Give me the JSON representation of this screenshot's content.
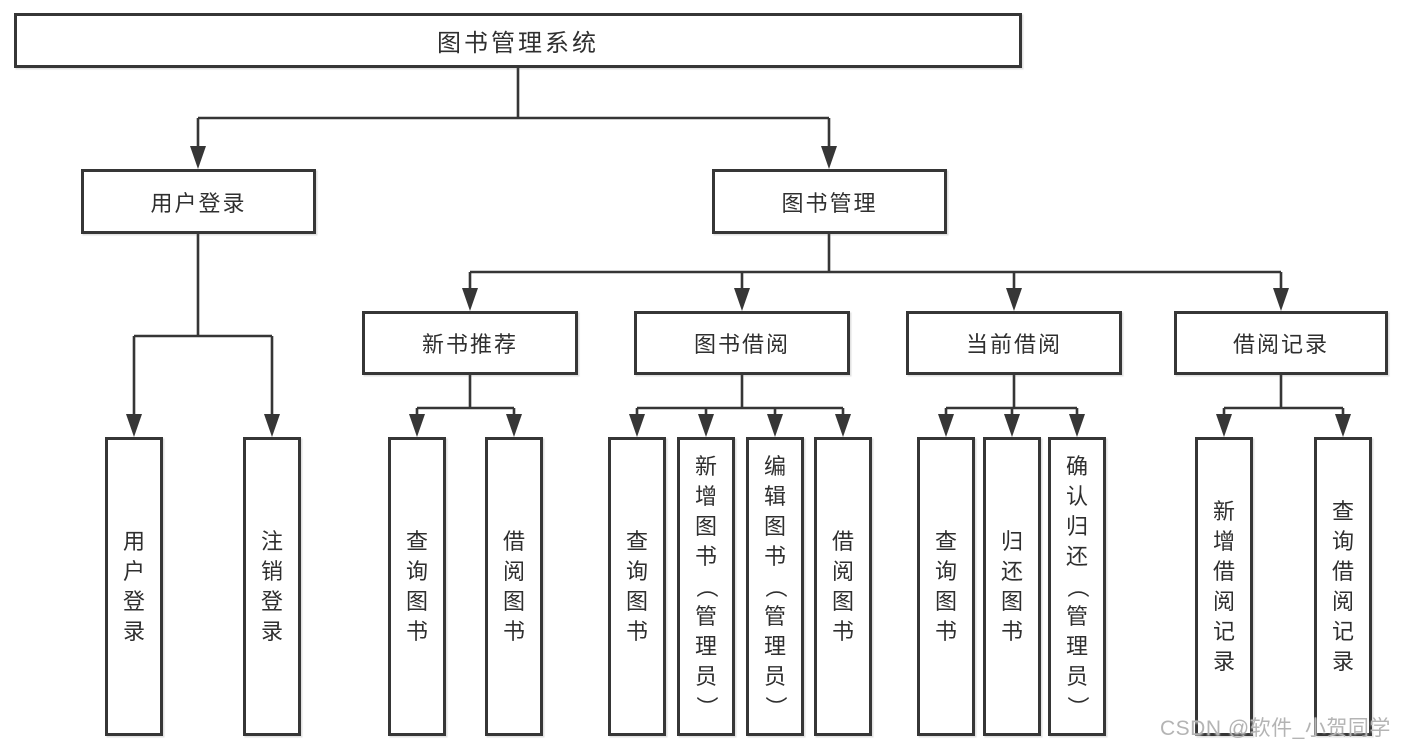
{
  "diagram": {
    "root": {
      "label": "图书管理系统"
    },
    "level1": [
      {
        "label": "用户登录",
        "children": [
          "用户登录",
          "注销登录"
        ]
      },
      {
        "label": "图书管理"
      }
    ],
    "level2": [
      {
        "label": "新书推荐",
        "children": [
          "查询图书",
          "借阅图书"
        ]
      },
      {
        "label": "图书借阅",
        "children": [
          "查询图书",
          "新增图书（管理员）",
          "编辑图书（管理员）",
          "借阅图书"
        ]
      },
      {
        "label": "当前借阅",
        "children": [
          "查询图书",
          "归还图书",
          "确认归还（管理员）"
        ]
      },
      {
        "label": "借阅记录",
        "children": [
          "新增借阅记录",
          "查询借阅记录"
        ]
      }
    ],
    "watermark": {
      "text": "CSDN @软件_小贺同学"
    },
    "colors": {
      "line": "#363636",
      "text": "#2f2f2f",
      "watermark": "#b4b4b4",
      "background": "#ffffff"
    }
  }
}
